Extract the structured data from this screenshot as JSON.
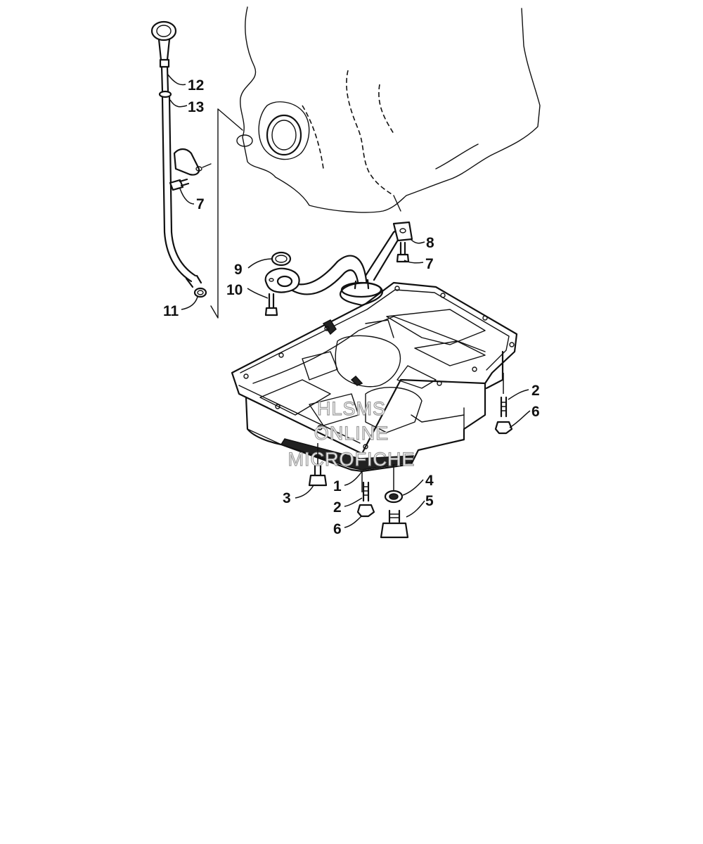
{
  "watermark": {
    "line1": "HLSMS",
    "line2": "ONLINE",
    "line3": "MICROFICHE"
  },
  "callouts": {
    "c1": "1",
    "c2a": "2",
    "c2b": "2",
    "c3": "3",
    "c4": "4",
    "c5": "5",
    "c6a": "6",
    "c6b": "6",
    "c7a": "7",
    "c7b": "7",
    "c8": "8",
    "c9": "9",
    "c10": "10",
    "c11": "11",
    "c12": "12",
    "c13": "13"
  }
}
